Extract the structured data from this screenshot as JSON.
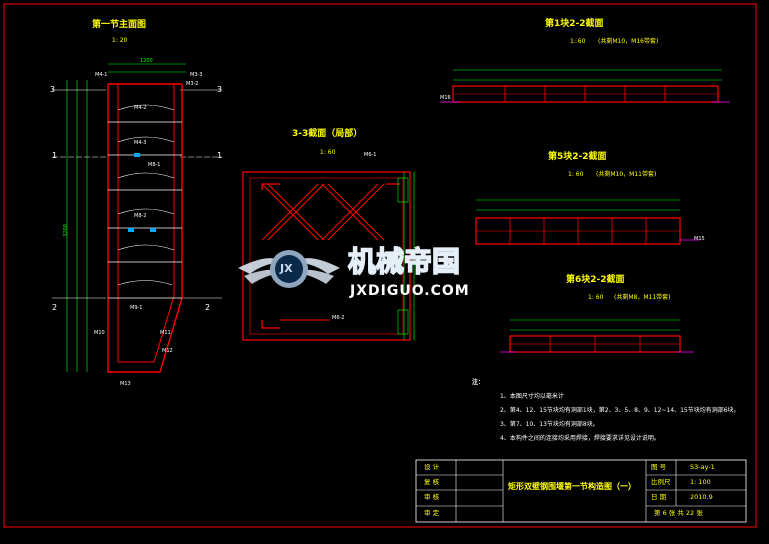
{
  "colors": {
    "background": "#000000",
    "frame": "#ff0000",
    "steel": "#ff0000",
    "dims": "#00ff00",
    "text": "#ffffff",
    "title_text": "#ffff00",
    "section_line": "#ffffff",
    "beam": "#ff00ff"
  },
  "views": {
    "front": {
      "title": "第一节主面图",
      "scale": "1: 20",
      "height_dim": "3200",
      "width_dim": "1200"
    },
    "s33": {
      "title": "3-3截面（局部）",
      "scale": "1: 60"
    },
    "s1": {
      "title": "第1块2-2截面",
      "scale": "1: 60",
      "note": "(共剩M10，M16带套)"
    },
    "s5": {
      "title": "第5块2-2截面",
      "scale": "1: 60",
      "note": "(共剩M10，M11带套)"
    },
    "s6": {
      "title": "第6块2-2截面",
      "scale": "1: 60",
      "note": "(共剩M8，M11带套)"
    }
  },
  "section_marks": [
    "3",
    "3",
    "1",
    "1",
    "2",
    "2"
  ],
  "member_labels": [
    "M4-1",
    "M3-3",
    "M3-2",
    "M4-2",
    "M4-3",
    "M8-1",
    "M8-2",
    "M9-1",
    "M10",
    "M11",
    "M12",
    "M13",
    "M6-1",
    "M6-2",
    "M16",
    "M15"
  ],
  "notes": {
    "heading": "注：",
    "items": [
      "1、本图尺寸均以毫米计",
      "2、第4、12、15节块均有洞部1块，第2、3、5、8、9、12~14、15节块均有洞部6块。",
      "3、第7、10、13节块均有洞部8块。",
      "4、本构件之间的连接均采用焊接，焊接要求详见设计说明。"
    ]
  },
  "title_block": {
    "left_labels": [
      "设 计",
      "复 核",
      "审 核",
      "审 定"
    ],
    "drawing_title": "矩形双壁钢围堰第一节构造图（一）",
    "fields": [
      {
        "label": "图 号",
        "value": "S3-ay-1"
      },
      {
        "label": "比例尺",
        "value": "1: 100"
      },
      {
        "label": "日 期",
        "value": "2010.9"
      }
    ],
    "sheet": "第 6 张    共 22 张"
  },
  "watermark": {
    "badge": "JX",
    "cn": "机械帝国",
    "en": "JXDIGUO.COM"
  }
}
